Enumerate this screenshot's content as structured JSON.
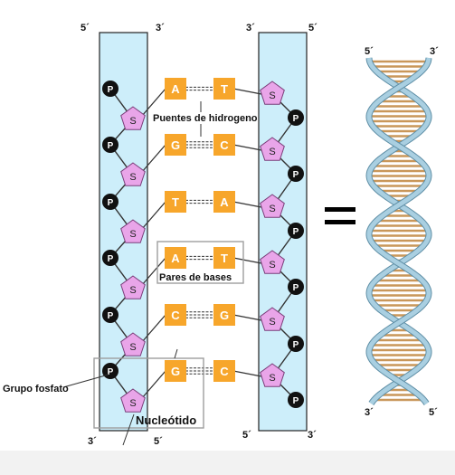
{
  "ends": {
    "left_top_5": "5´",
    "left_top_3": "3´",
    "right_top_3": "3´",
    "right_top_5": "5´",
    "bottom_left_3": "3´",
    "bottom_left_5": "5´",
    "bottom_right_5": "5´",
    "bottom_right_3": "3´",
    "helix_top_5": "5´",
    "helix_top_3": "3´",
    "helix_bottom_3": "3´",
    "helix_bottom_5": "5´"
  },
  "phosphate_label": "P",
  "sugar_label": "S",
  "base_pairs": [
    {
      "left": "A",
      "right": "T",
      "bonds": 2
    },
    {
      "left": "G",
      "right": "C",
      "bonds": 3
    },
    {
      "left": "T",
      "right": "A",
      "bonds": 2
    },
    {
      "left": "A",
      "right": "T",
      "bonds": 2
    },
    {
      "left": "C",
      "right": "G",
      "bonds": 3
    },
    {
      "left": "G",
      "right": "C",
      "bonds": 3
    }
  ],
  "annotations": {
    "hydrogen_bonds": "Puentes de hidrogeno",
    "base_pairs": "Pares de bases",
    "phosphate_group": "Grupo fosfato",
    "nucleotide": "Nucleótido"
  },
  "colors": {
    "backbone": "#cdeefa",
    "base": "#f7a62b",
    "sugar": "#e9a5e9",
    "phosphate": "#111111",
    "helix_strand": "#a9cfe1",
    "rung": "#c9975a"
  }
}
